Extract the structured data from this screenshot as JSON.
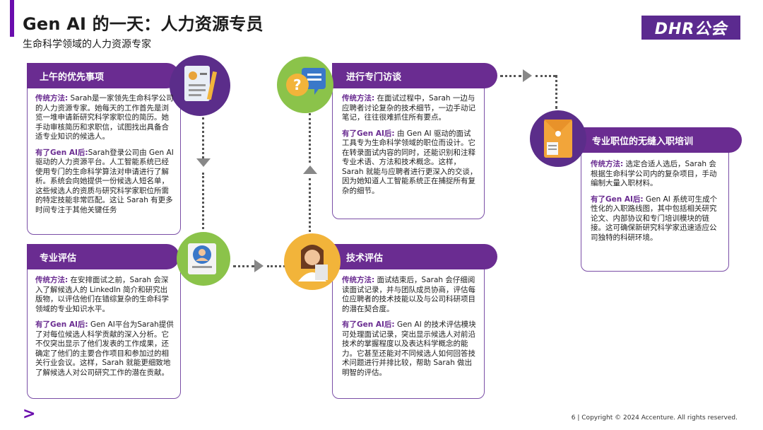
{
  "header": {
    "title": "Gen AI 的一天：人力资源专员",
    "subtitle": "生命科学领域的人力资源专家",
    "logo_text": "DHR公会"
  },
  "cards": [
    {
      "title": "上午的优先事项",
      "traditional_label": "传统方法:",
      "traditional_text": "Sarah是一家领先生命科学公司的人力资源专家。她每天的工作首先是浏览一堆申请新研究科学家职位的简历。她手动审核简历和求职信，试图找出具备合适专业知识的候选人。",
      "genai_label": "有了Gen AI后:",
      "genai_text": "Sarah登录公司由 Gen AI 驱动的人力资源平台。人工智能系统已经使用专门的生命科学算法对申请进行了解析。系统会向她提供一份候选人短名单，这些候选人的资质与研究科学家职位所需的特定技能非常匹配。这让 Sarah 有更多时间专注于其他关键任务"
    },
    {
      "title": "专业评估",
      "traditional_label": "传统方法:",
      "traditional_text": "在安排面试之前，Sarah 会深入了解候选人的 LinkedIn 简介和研究出版物，以评估他们在错综复杂的生命科学领域的专业知识水平。",
      "genai_label": "有了Gen AI后:",
      "genai_text": "Gen AI平台为Sarah提供了对每位候选人科学贡献的深入分析。它不仅突出显示了他们发表的工作成果，还确定了他们的主要合作项目和参加过的相关行业会议。这样，Sarah 就能更细致地了解候选人对公司研究工作的潜在贡献。"
    },
    {
      "title": "技术评估",
      "traditional_label": "传统方法:",
      "traditional_text": "面试结束后，Sarah 会仔细阅读面试记录，并与团队成员协商，评估每位应聘者的技术技能以及与公司科研项目的潜在契合度。",
      "genai_label": "有了Gen AI后:",
      "genai_text": "Gen AI 的技术评估模块可处理面试记录，突出显示候选人对前沿技术的掌握程度以及表达科学概念的能力。它甚至还能对不同候选人如何回答技术问题进行并排比较，帮助 Sarah 做出明智的评估。"
    },
    {
      "title": "进行专门访谈",
      "traditional_label": "传统方法:",
      "traditional_text": "在面试过程中，Sarah 一边与应聘者讨论复杂的技术细节，一边手动记笔记，往往很难抓住所有要点。",
      "genai_label": "有了Gen AI后:",
      "genai_text": "由 Gen AI 驱动的面试工具专为生命科学领域的职位而设计。它在转录面试内容的同时，还能识别和注释专业术语、方法和技术概念。这样，Sarah 就能与应聘者进行更深入的交谈，因为她知道人工智能系统正在捕捉所有复杂的细节。"
    },
    {
      "title": "专业职位的无缝入职培训",
      "traditional_label": "传统方法:",
      "traditional_text": "选定合适人选后，Sarah 会根据生命科学公司内的复杂项目，手动编制大量入职材料。",
      "genai_label": "有了Gen AI后:",
      "genai_text": "Gen AI 系统可生成个性化的入职路线图，其中包括相关研究论文、内部协议和专门培训模块的链接。这可确保新研究科学家迅速适应公司独特的科研环境。"
    }
  ],
  "footer": {
    "text": "6 | Copyright © 2024 Accenture. All rights reserved.",
    "chevron": ">"
  },
  "icons": {
    "card1": "resume-clipboard-icon",
    "card2": "candidate-profile-icon",
    "card3": "woman-reviewer-icon",
    "card4": "question-chat-icon",
    "card5": "envelope-folder-icon"
  },
  "colors": {
    "accent": "#6a2c91",
    "border": "#7a4ea6"
  }
}
